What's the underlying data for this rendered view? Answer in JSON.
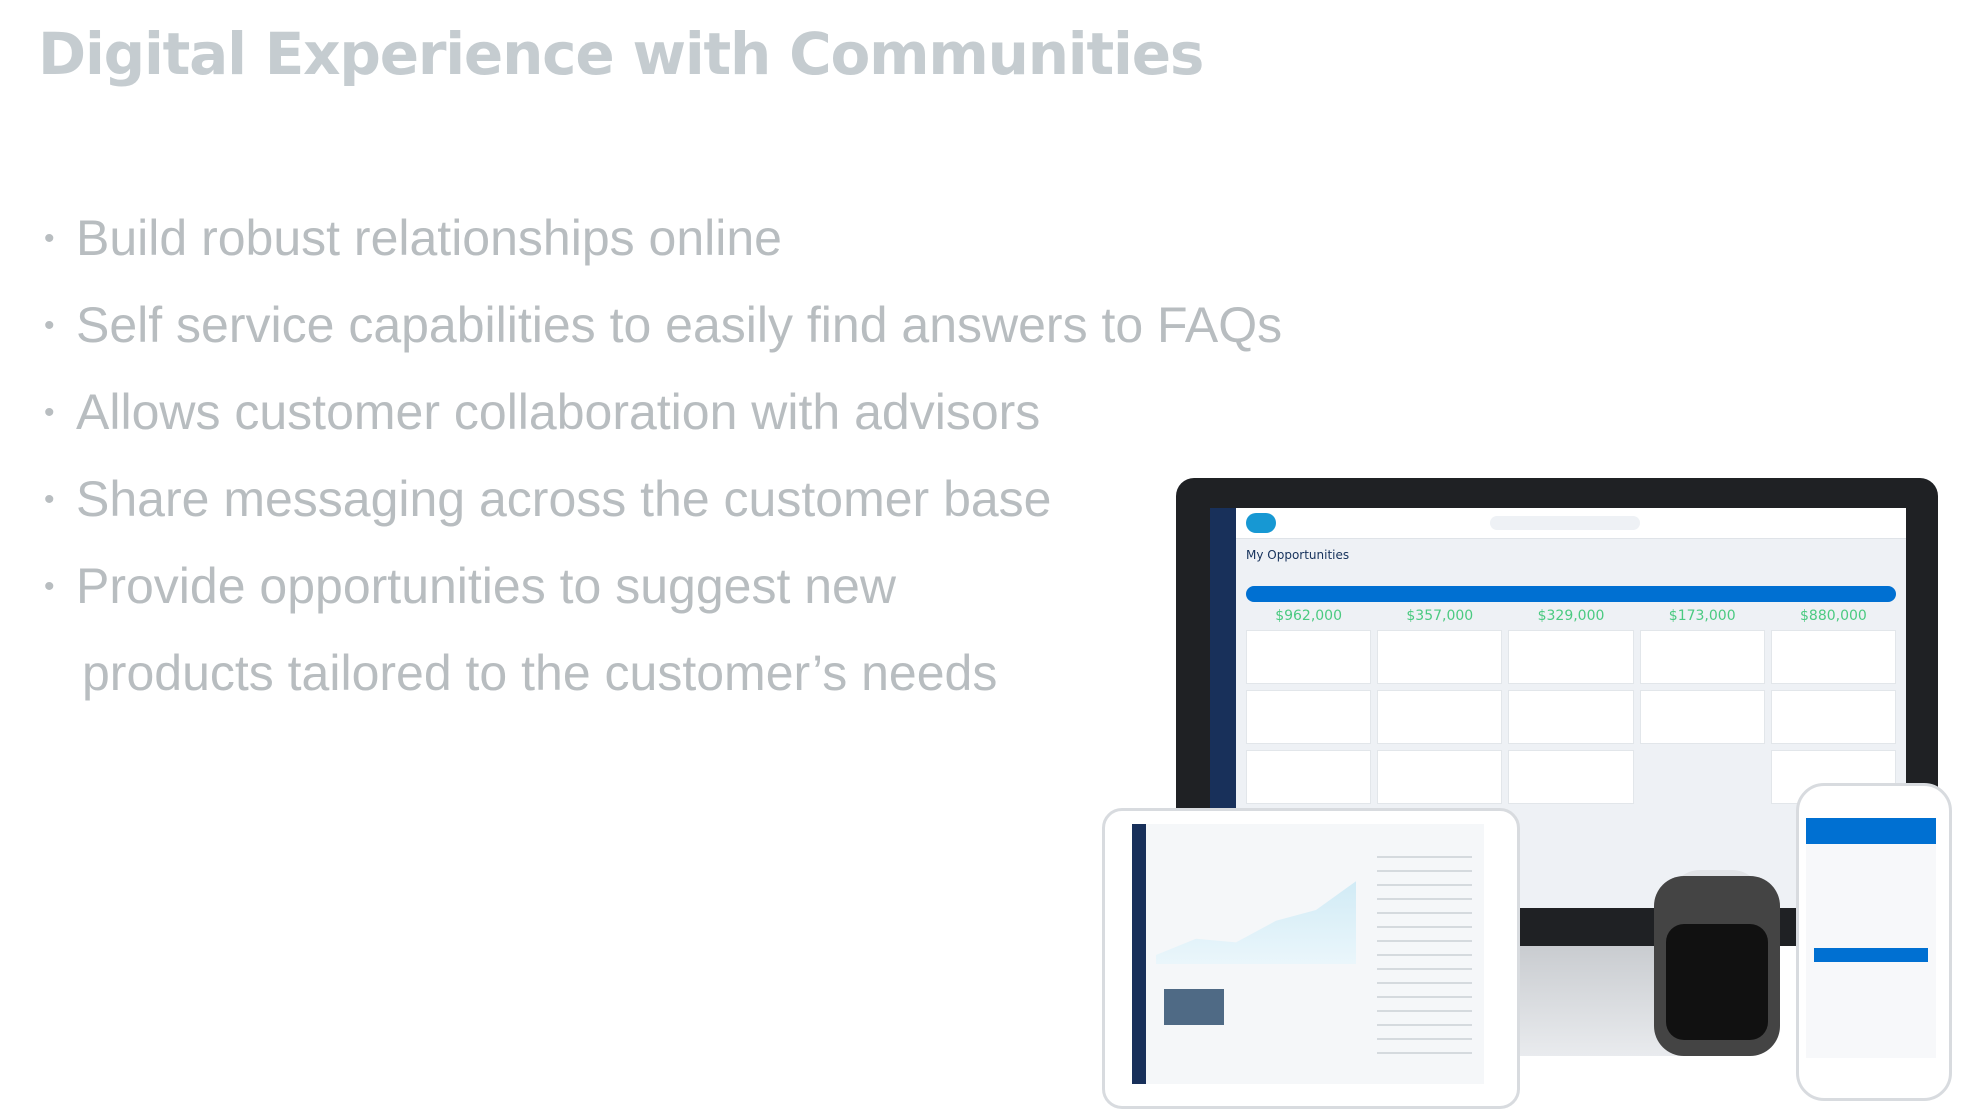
{
  "slide": {
    "title": "Digital Experience with Communities",
    "bullet_marker": "•",
    "bullets": [
      "Build robust relationships online",
      "Self service capabilities to easily find answers to FAQs",
      "Allows customer collaboration with advisors",
      "Share messaging across the customer base",
      "Provide opportunities to suggest new"
    ],
    "bullet_continuation": "products tailored to the customer’s needs"
  },
  "devices_image": {
    "heading": "My Opportunities",
    "amounts": [
      "$962,000",
      "$357,000",
      "$329,000",
      "$173,000",
      "$880,000"
    ]
  }
}
